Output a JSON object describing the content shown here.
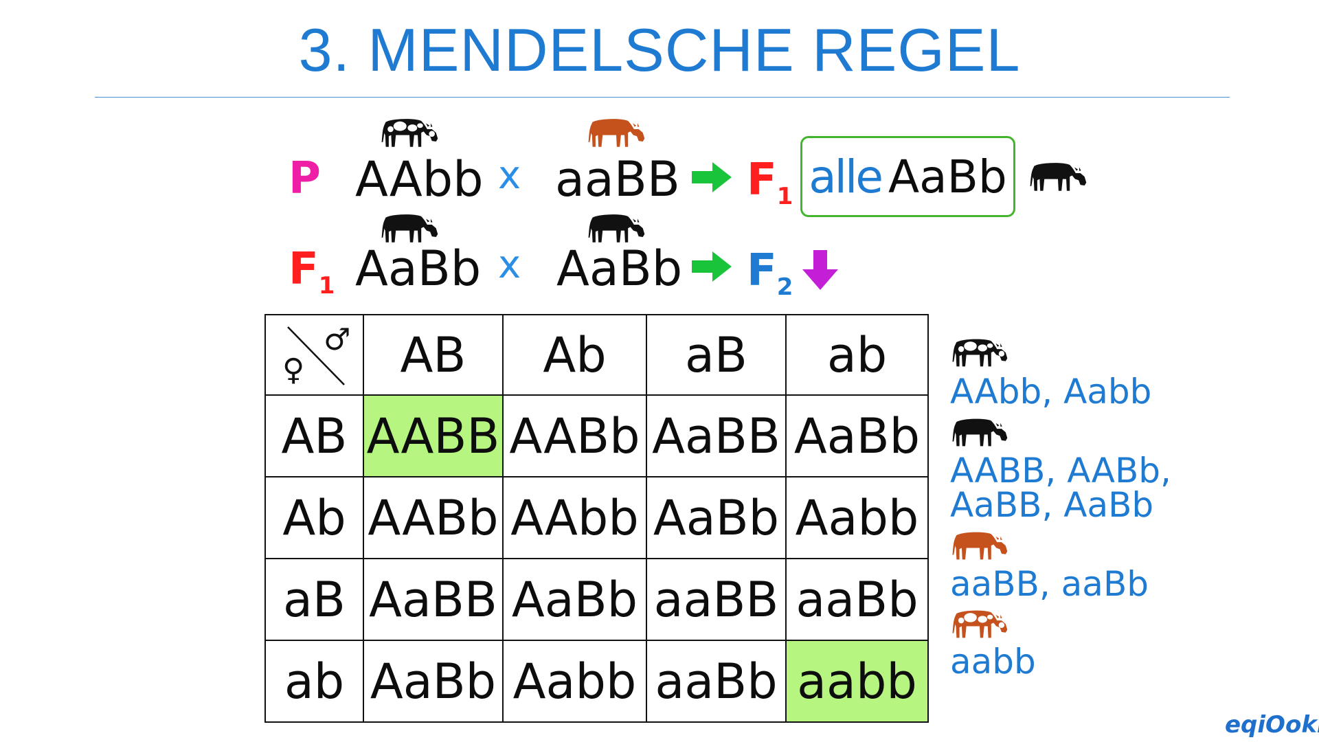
{
  "title": "3. MENDELSCHE REGEL",
  "colors": {
    "title": "#1f7bd2",
    "accent_blue": "#1f7bd2",
    "generation_red": "#ff1f1f",
    "generation_magenta": "#ee1fa6",
    "arrow_green": "#19c33a",
    "arrow_purple": "#c21fd6",
    "box_border_green": "#43b42e",
    "highlight_green": "#b6f57f",
    "cow_brown": "#c5521d"
  },
  "cross_p": {
    "generation": "P",
    "parent1": "AAbb",
    "parent1_icon": "spotted-cow-icon",
    "cross_symbol": "x",
    "parent2": "aaBB",
    "parent2_icon": "brown-cow-icon",
    "result_generation": "F",
    "result_generation_sub": "1",
    "result_qualifier": "alle",
    "result_genotype": "AaBb",
    "result_icon": "black-cow-icon"
  },
  "cross_f1": {
    "generation": "F",
    "generation_sub": "1",
    "parent1": "AaBb",
    "parent1_icon": "black-cow-icon",
    "cross_symbol": "x",
    "parent2": "AaBb",
    "parent2_icon": "black-cow-icon",
    "result_generation": "F",
    "result_generation_sub": "2",
    "result_icon": "down-arrow-icon"
  },
  "punnett": {
    "corner_female": "♀",
    "corner_male": "♂",
    "columns": [
      "AB",
      "Ab",
      "aB",
      "ab"
    ],
    "rows": [
      {
        "label": "AB",
        "cells": [
          "AABB",
          "AABb",
          "AaBB",
          "AaBb"
        ]
      },
      {
        "label": "Ab",
        "cells": [
          "AABb",
          "AAbb",
          "AaBb",
          "Aabb"
        ]
      },
      {
        "label": "aB",
        "cells": [
          "AaBB",
          "AaBb",
          "aaBB",
          "aaBb"
        ]
      },
      {
        "label": "ab",
        "cells": [
          "AaBb",
          "Aabb",
          "aaBb",
          "aabb"
        ]
      }
    ],
    "highlighted": [
      "AABB",
      "aabb"
    ]
  },
  "legend": [
    {
      "icon": "spotted-cow-icon",
      "line1": "AAbb, Aabb",
      "line2": ""
    },
    {
      "icon": "black-cow-icon",
      "line1": "AABB, AABb,",
      "line2": "AaBB, AaBb"
    },
    {
      "icon": "brown-cow-icon",
      "line1": "aaBB, aaBb",
      "line2": ""
    },
    {
      "icon": "brown-spotted-cow-icon",
      "line1": "aabb",
      "line2": ""
    }
  ],
  "brand": "eqiOoki"
}
